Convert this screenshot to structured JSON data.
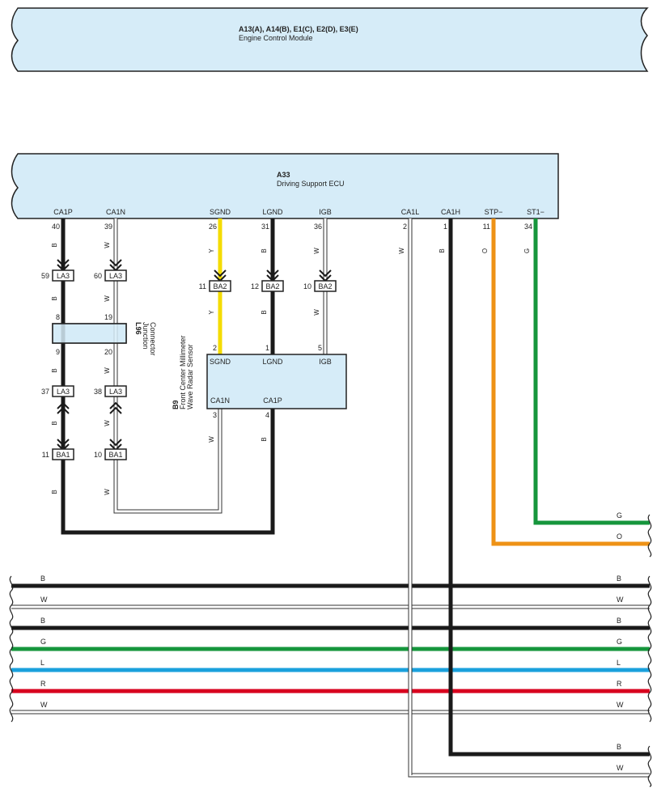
{
  "colors": {
    "component_fill": "#d6ecf8",
    "black": "#1a1a1a",
    "white_wire": "#ffffff",
    "yellow": "#f4dc00",
    "orange": "#ee9216",
    "green": "#16963c",
    "blue": "#1aa0dc",
    "red": "#d8001e"
  },
  "ecm": {
    "ref": "A13(A), A14(B), E1(C), E2(D), E3(E)",
    "name": "Engine Control Module"
  },
  "ecu": {
    "ref": "A33",
    "name": "Driving Support ECU",
    "pins": [
      {
        "signal": "CA1P",
        "pin": "40",
        "wire": "B"
      },
      {
        "signal": "CA1N",
        "pin": "39",
        "wire": "W"
      },
      {
        "signal": "SGND",
        "pin": "26",
        "wire": "Y"
      },
      {
        "signal": "LGND",
        "pin": "31",
        "wire": "B"
      },
      {
        "signal": "IGB",
        "pin": "36",
        "wire": "W"
      },
      {
        "signal": "CA1L",
        "pin": "2",
        "wire": "W"
      },
      {
        "signal": "CA1H",
        "pin": "1",
        "wire": "B"
      },
      {
        "signal": "STP−",
        "pin": "11",
        "wire": "O"
      },
      {
        "signal": "ST1−",
        "pin": "34",
        "wire": "G"
      }
    ]
  },
  "junction": {
    "ref": "L96",
    "name_line1": "Junction",
    "name_line2": "Connector",
    "pins_top": [
      "8",
      "19"
    ],
    "pins_bottom": [
      "9",
      "20"
    ]
  },
  "sensor": {
    "ref": "B9",
    "name_line1": "Front Center Millimeter",
    "name_line2": "Wave Radar Sensor",
    "top_pins": [
      {
        "signal": "SGND",
        "pin": "2"
      },
      {
        "signal": "LGND",
        "pin": "1"
      },
      {
        "signal": "IGB",
        "pin": "5"
      }
    ],
    "bottom_pins": [
      {
        "signal": "CA1N",
        "pin": "3",
        "wire": "W"
      },
      {
        "signal": "CA1P",
        "pin": "4",
        "wire": "B"
      }
    ]
  },
  "connectors": [
    {
      "name": "LA3",
      "pin": "59"
    },
    {
      "name": "LA3",
      "pin": "60"
    },
    {
      "name": "BA2",
      "pin": "11"
    },
    {
      "name": "BA2",
      "pin": "12"
    },
    {
      "name": "BA2",
      "pin": "10"
    },
    {
      "name": "LA3",
      "pin": "37"
    },
    {
      "name": "LA3",
      "pin": "38"
    },
    {
      "name": "BA1",
      "pin": "11"
    },
    {
      "name": "BA1",
      "pin": "10"
    }
  ],
  "wire_codes": {
    "ca1p_upper": "B",
    "ca1p_mid": "B",
    "ca1p_lower": "B",
    "ca1p_bottom": "B",
    "ca1p_end": "B",
    "ca1n_upper": "W",
    "ca1n_mid": "W",
    "ca1n_lower": "W",
    "ca1n_bottom": "W",
    "ca1n_end": "W",
    "sgnd_upper": "Y",
    "sgnd_lower": "Y",
    "lgnd_upper": "B",
    "lgnd_lower": "B",
    "igb_upper": "W",
    "igb_lower": "W",
    "sensor_ca1n": "W",
    "sensor_ca1p": "B",
    "ca1l": "W",
    "ca1h": "B",
    "stp": "O",
    "st1": "G"
  },
  "right_wires": [
    {
      "label": "G"
    },
    {
      "label": "O"
    }
  ],
  "bus_lines": [
    {
      "label": "B"
    },
    {
      "label": "W"
    },
    {
      "label": "B"
    },
    {
      "label": "G"
    },
    {
      "label": "L"
    },
    {
      "label": "R"
    },
    {
      "label": "W"
    }
  ],
  "bottom_right": [
    {
      "label": "B"
    },
    {
      "label": "W"
    }
  ]
}
